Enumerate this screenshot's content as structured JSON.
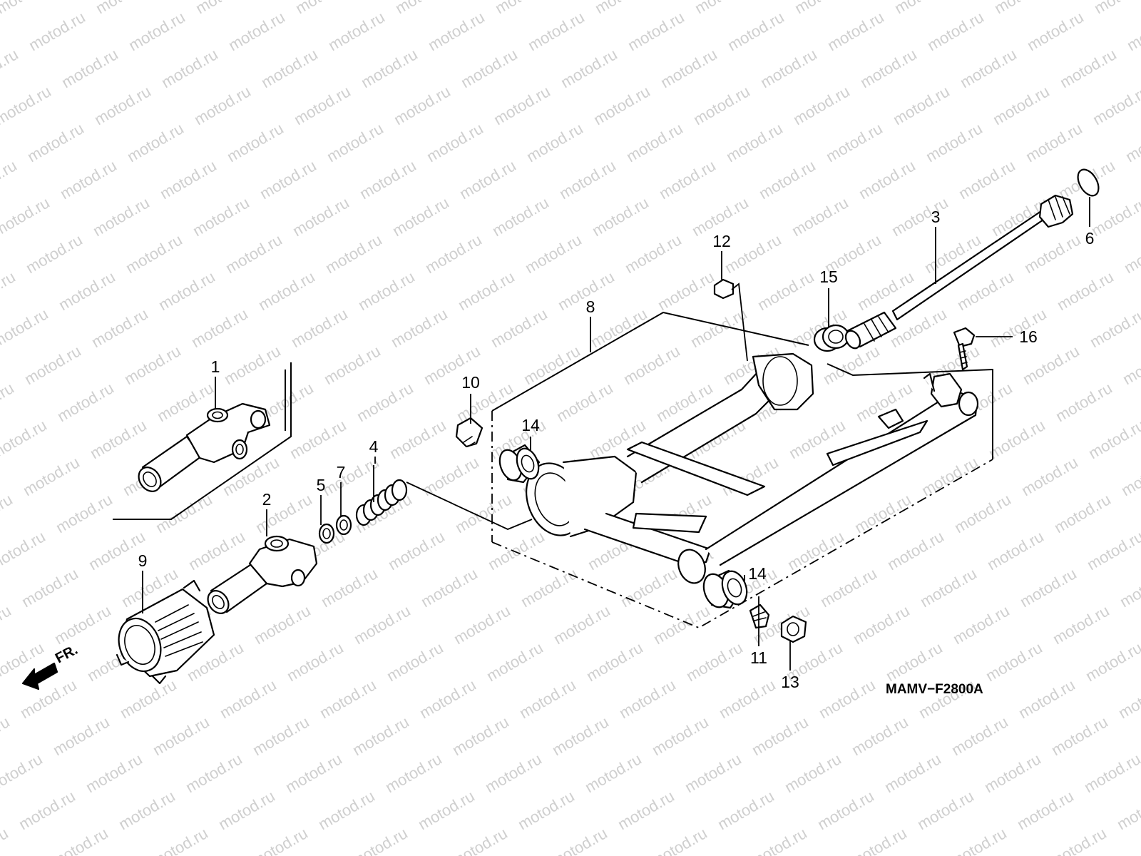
{
  "watermark": "motod.ru",
  "diagram_code": "MAMV−F2800A",
  "front_marker": "FR.",
  "callouts": [
    "1",
    "2",
    "3",
    "4",
    "5",
    "6",
    "7",
    "8",
    "9",
    "10",
    "11",
    "12",
    "13",
    "14",
    "14",
    "15",
    "16"
  ]
}
